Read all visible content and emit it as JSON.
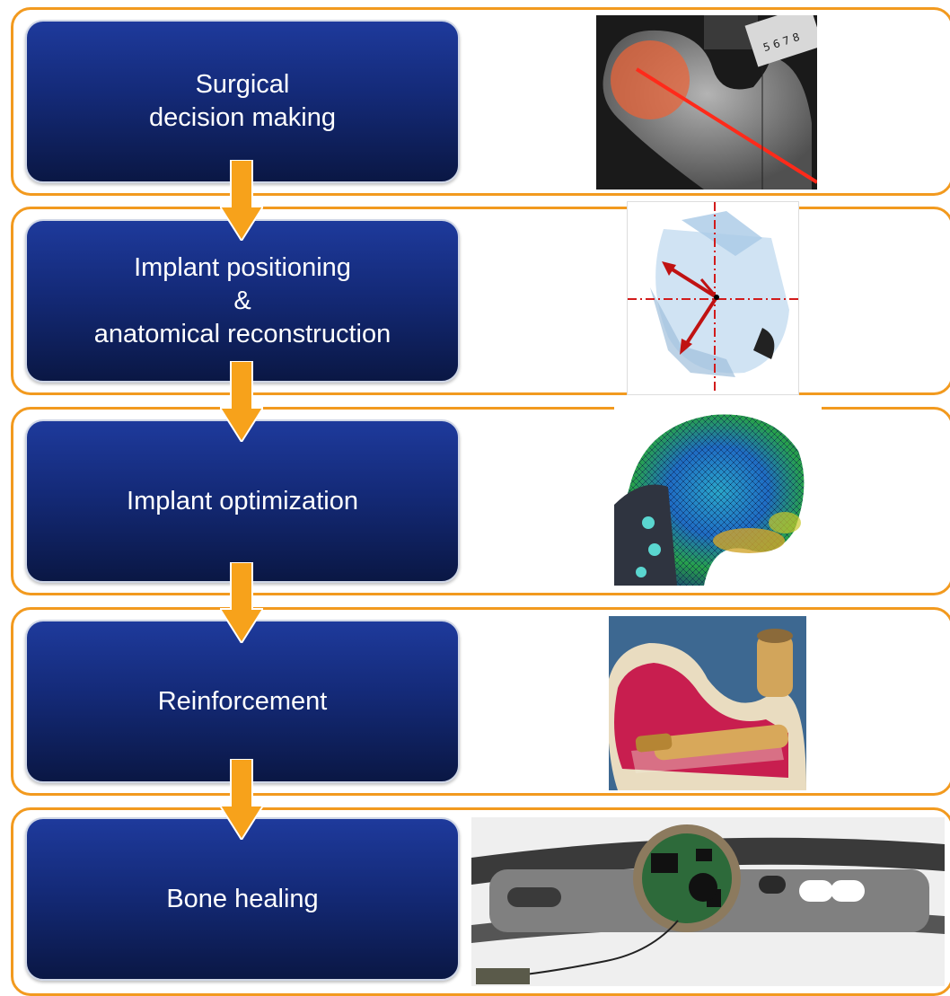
{
  "steps": [
    {
      "label": "Surgical\ndecision making"
    },
    {
      "label": "Implant positioning\n&\nanatomical reconstruction"
    },
    {
      "label": "Implant optimization"
    },
    {
      "label": "Reinforcement"
    },
    {
      "label": "Bone healing"
    }
  ],
  "images": [
    {
      "name": "xray-femur-image"
    },
    {
      "name": "hip-implant-positioning-image"
    },
    {
      "name": "implant-fem-mesh-image"
    },
    {
      "name": "bone-reinforcement-image"
    },
    {
      "name": "sensor-implant-image"
    }
  ],
  "colors": {
    "frame": "#f29a1f",
    "arrow": "#f7a21b",
    "box_top": "#1e3a9c",
    "box_bottom": "#0a1744",
    "text": "#ffffff"
  }
}
